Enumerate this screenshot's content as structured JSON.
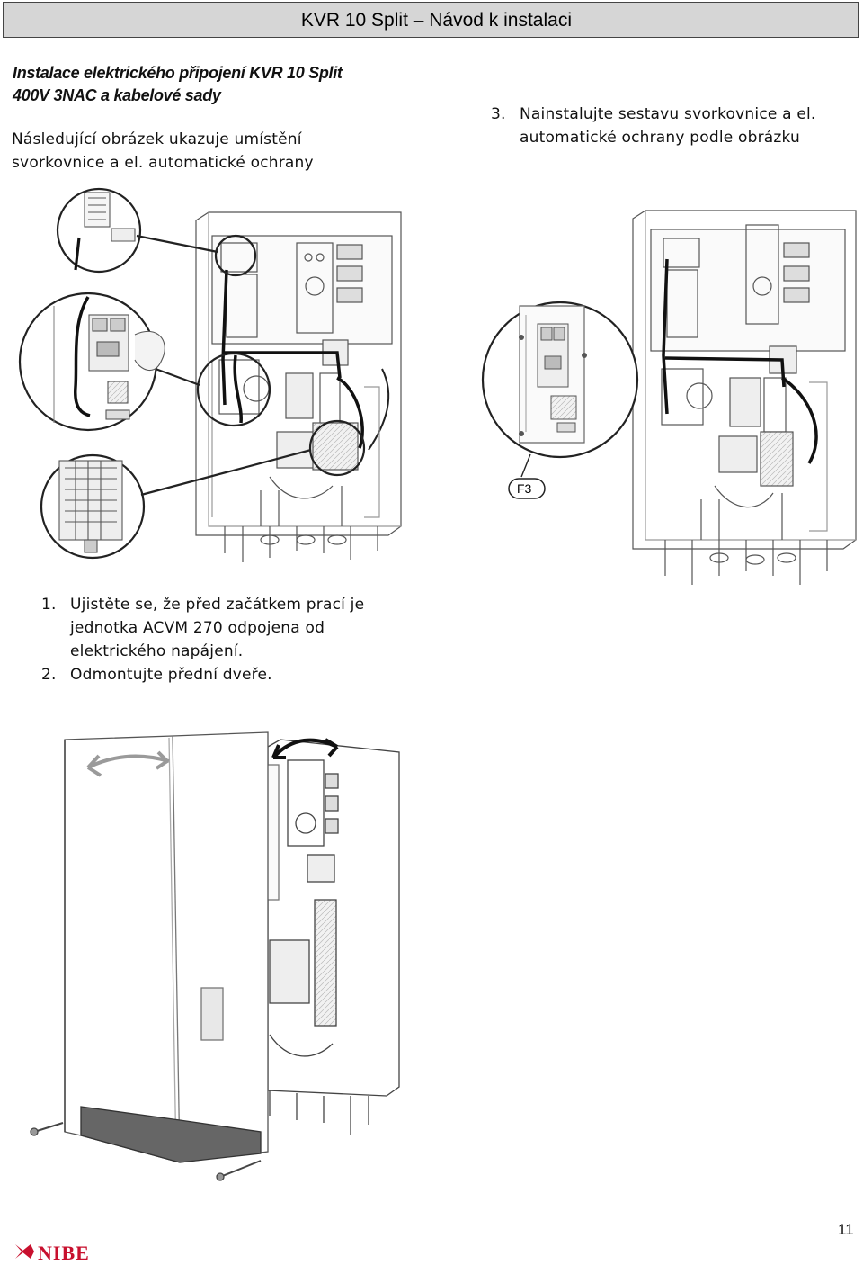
{
  "header": {
    "title": "KVR 10 Split – Návod k instalaci"
  },
  "section": {
    "title_line1": "Instalace elektrického připojení KVR 10 Split",
    "title_line2": "400V 3NAC a kabelové sady"
  },
  "intro": {
    "line1": "Následující obrázek ukazuje umístění",
    "line2": "svorkovnice a el. automatické ochrany"
  },
  "steps": [
    {
      "num": "1.",
      "lines": [
        "Ujistěte se, že před začátkem prací je",
        "jednotka ACVM 270 odpojena od",
        "elektrického napájení."
      ]
    },
    {
      "num": "2.",
      "lines": [
        "Odmontujte přední dveře."
      ]
    },
    {
      "num": "3.",
      "lines": [
        "Nainstalujte sestavu svorkovnice a el.",
        "automatické ochrany podle obrázku"
      ]
    }
  ],
  "figure_labels": {
    "f3": "F3"
  },
  "footer": {
    "page_number": "11",
    "brand": "NIBE"
  },
  "colors": {
    "header_bg": "#d6d6d6",
    "brand_red": "#c8102e",
    "arrow_gray": "#9a9a9a"
  }
}
